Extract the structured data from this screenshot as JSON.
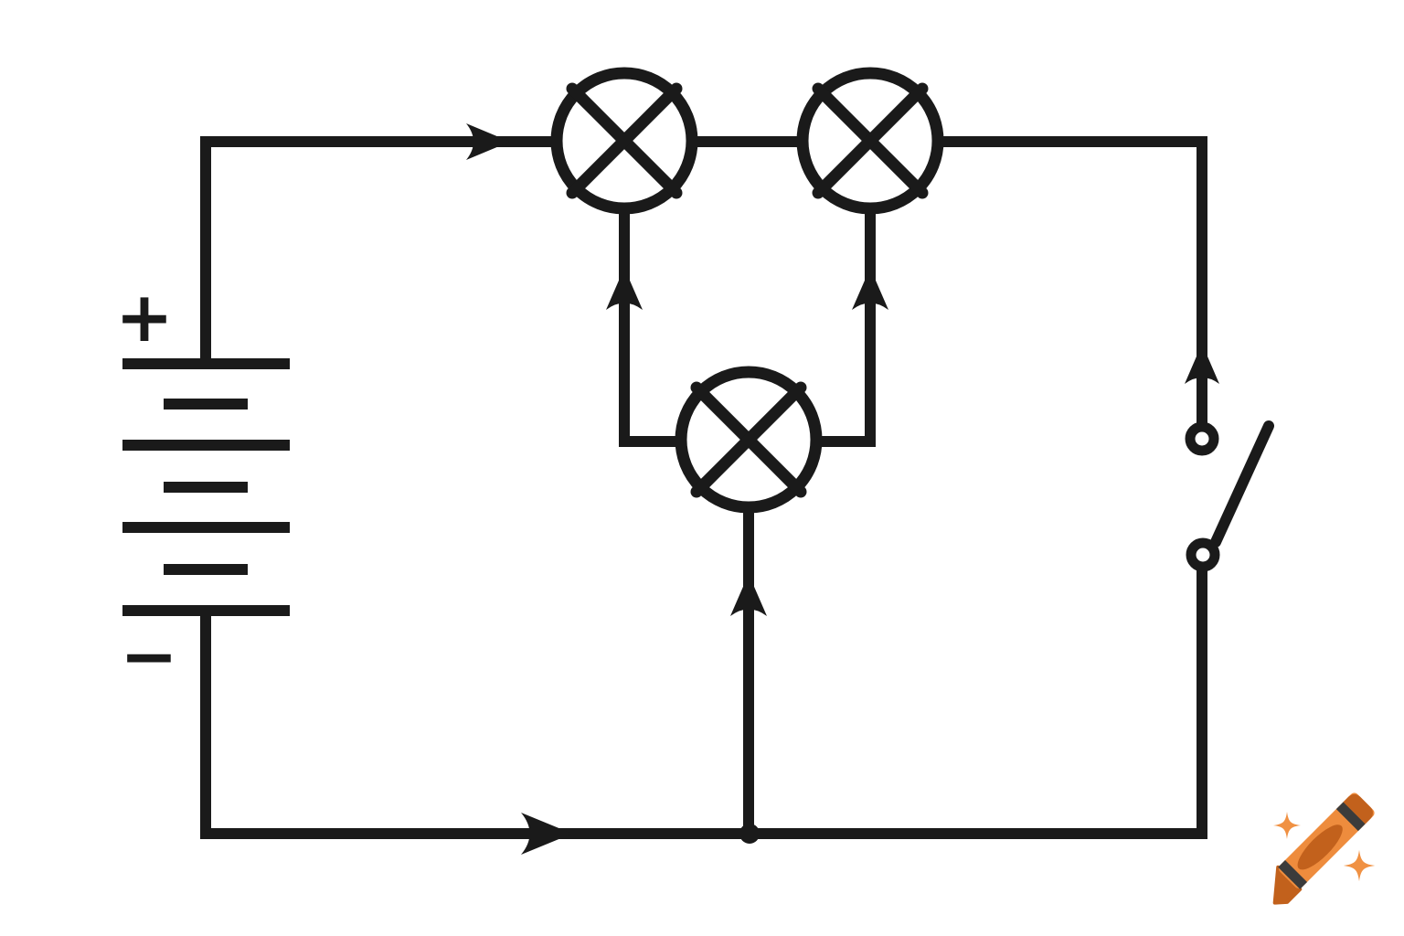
{
  "diagram": {
    "type": "electrical-circuit-schematic",
    "description": "Battery powering two lamps on the top wire with a third lamp in a parallel branch below, and an open switch on the right side; arrows indicate current direction",
    "battery": {
      "positive_label": "+",
      "negative_label": "−",
      "long_plates": 4,
      "short_plates": 3
    },
    "lamps": [
      {
        "id": "lamp-1",
        "symbol": "circle-with-cross",
        "position": "top-left-of-pair"
      },
      {
        "id": "lamp-2",
        "symbol": "circle-with-cross",
        "position": "top-right-of-pair"
      },
      {
        "id": "lamp-3",
        "symbol": "circle-with-cross",
        "position": "middle-parallel-branch"
      }
    ],
    "switch": {
      "state": "open",
      "terminals": 2,
      "side": "right"
    },
    "junction_dots": 1,
    "current_arrows": [
      {
        "on": "top-wire",
        "direction": "right"
      },
      {
        "on": "left-parallel-branch",
        "direction": "up"
      },
      {
        "on": "right-parallel-branch",
        "direction": "up"
      },
      {
        "on": "middle-branch",
        "direction": "up"
      },
      {
        "on": "switch-wire",
        "direction": "up"
      },
      {
        "on": "bottom-wire",
        "direction": "right"
      }
    ]
  },
  "watermark": {
    "name": "crayon-logo",
    "sparkle_count": 2
  },
  "colors": {
    "line": "#1a1a1a",
    "background": "#ffffff",
    "crayon-body": "#ee8c3d",
    "crayon-dark": "#c2611c",
    "crayon-band": "#3b3b3b",
    "sparkle": "#f09143"
  }
}
